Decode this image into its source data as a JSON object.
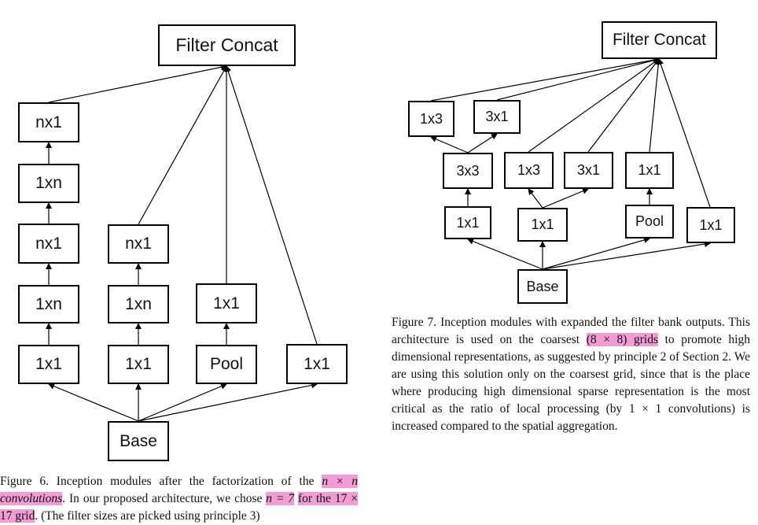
{
  "figure6": {
    "top": "Filter Concat",
    "base": "Base",
    "col1": [
      "nx1",
      "1xn",
      "nx1",
      "1xn",
      "1x1"
    ],
    "col2": [
      "nx1",
      "1xn",
      "1x1"
    ],
    "col3": [
      "1x1",
      "Pool"
    ],
    "col4": [
      "1x1"
    ],
    "caption": {
      "p1": "Figure 6. Inception modules after the factorization of the ",
      "hl1": "n × n convolutions",
      "p2": ". In our proposed architecture, we chose ",
      "hl2": "n = 7",
      "hl3": "for the 17 × 17 grid",
      "p3": ". (The filter sizes are picked using principle 3)"
    }
  },
  "figure7": {
    "top": "Filter Concat",
    "base": "Base",
    "row_top": [
      "1x3",
      "3x1"
    ],
    "row_mid": [
      "3x3",
      "1x3",
      "3x1",
      "1x1"
    ],
    "row_low": [
      "1x1",
      "1x1",
      "Pool",
      "1x1"
    ],
    "caption": {
      "p1": "Figure 7. Inception modules with expanded the filter bank outputs. This architecture is used on the coarsest ",
      "hl1": "(8 × 8) grids",
      "p2": " to promote high dimensional representations, as suggested by principle 2 of Section 2. We are using this solution only on the coarsest grid, since that is the place where producing high dimensional sparse representation is the most critical as the ratio of local processing (by 1 × 1 convolutions) is increased compared to the spatial aggregation."
    }
  }
}
